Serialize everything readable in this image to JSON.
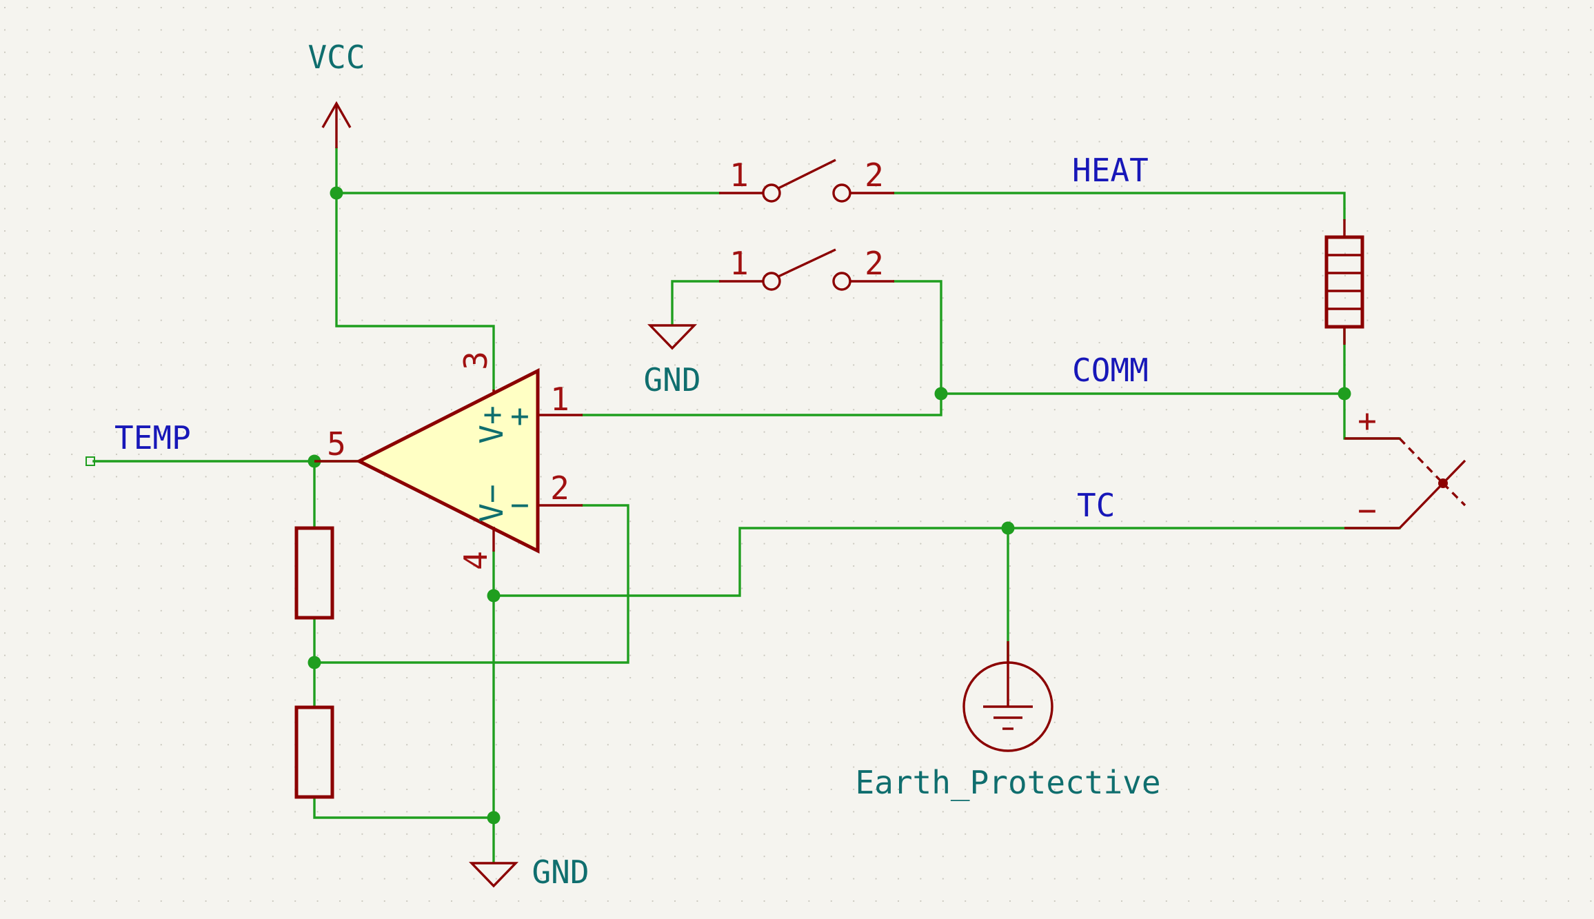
{
  "colors": {
    "background": "#f5f4ef",
    "wire": "#1f9e1f",
    "symbol": "#8b0000",
    "opamp_fill": "#ffffc4",
    "net_label": "#1717b8",
    "power_label": "#0f6e6e",
    "pin_number": "#a01010"
  },
  "power_labels": {
    "vcc": "VCC",
    "gnd_bottom": "GND",
    "gnd_switch": "GND",
    "earth": "Earth_Protective"
  },
  "net_labels": {
    "heat": "HEAT",
    "comm": "COMM",
    "tc": "TC",
    "temp": "TEMP"
  },
  "opamp": {
    "pin_inverting": "5",
    "pin_vplus_supply": "3",
    "pin_vminus_supply": "4",
    "pin_out_plus": "1",
    "pin_out_minus": "2",
    "label_vplus": "V+",
    "label_vminus": "V−",
    "sign_plus": "+",
    "sign_minus": "−"
  },
  "switch_top": {
    "pin1": "1",
    "pin2": "2"
  },
  "switch_bottom": {
    "pin1": "1",
    "pin2": "2"
  },
  "thermocouple": {
    "plus": "+",
    "minus": "−"
  }
}
